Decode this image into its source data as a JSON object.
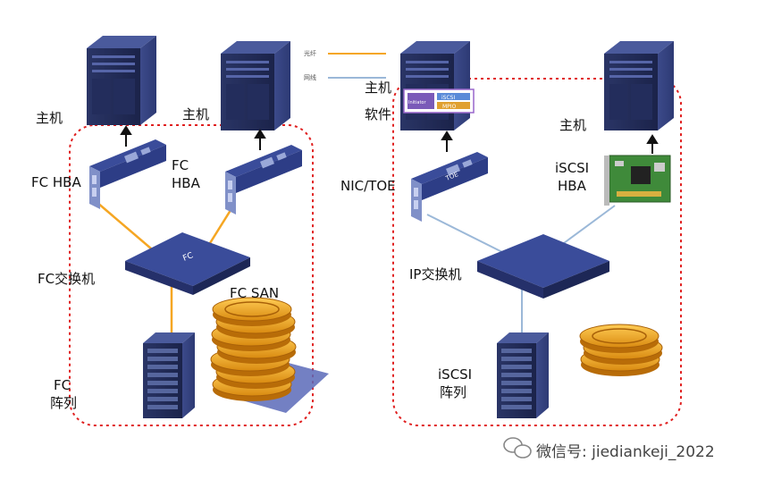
{
  "legend": {
    "fiber_label": "光纤",
    "cable_label": "网线"
  },
  "fc_side": {
    "host1_label": "主机",
    "host2_label": "主机",
    "hba1_label": "FC HBA",
    "hba2_label_line1": "FC",
    "hba2_label_line2": "HBA",
    "switch_label": "FC交换机",
    "switch_badge": "FC",
    "san_label": "FC SAN",
    "array_label_line1": "FC",
    "array_label_line2": "阵列"
  },
  "iscsi_side": {
    "host1_label": "主机",
    "software_label": "软件",
    "software_chip_1": "Initiator",
    "software_chip_2": "iSCSI",
    "software_chip_3": "MPIO",
    "nic_label": "NIC/TOE",
    "nic_badge": "TOE",
    "host2_label": "主机",
    "hba_label_line1": "iSCSI",
    "hba_label_line2": "HBA",
    "switch_label": "IP交换机",
    "array_label_line1": "iSCSI",
    "array_label_line2": "阵列"
  },
  "watermark": {
    "text": "微信号: jiediankeji_2022"
  },
  "colors": {
    "fiber": "#f5a623",
    "cable": "#9bb8d8",
    "dashed_border": "#e02020",
    "device": "#2b3a7a",
    "coin": "#f0a020"
  }
}
